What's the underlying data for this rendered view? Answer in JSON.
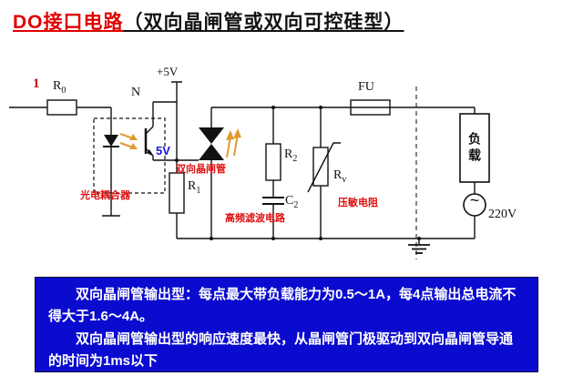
{
  "title": {
    "highlight": "DO接口电路",
    "rest": "（双向晶闸管或双向可控硅型）"
  },
  "colors": {
    "title_red": "#e00000",
    "annotation_red": "#e01010",
    "label_blue": "#1515dd",
    "info_box_bg": "#0b0bd0",
    "arrow_orange": "#e09a30"
  },
  "circuit": {
    "marker_1": "1",
    "r0": {
      "base": "R",
      "sub": "0"
    },
    "n_label": "N",
    "vcc_label": "+5V",
    "v5_label": "5V",
    "optocoupler_label": "光电耦合器",
    "triac_label": "双向晶闸管",
    "r1": {
      "base": "R",
      "sub": "1"
    },
    "r2": {
      "base": "R",
      "sub": "2"
    },
    "c2": {
      "base": "C",
      "sub": "2"
    },
    "filter_label": "高频滤波电路",
    "rv": {
      "base": "R",
      "sub": "v"
    },
    "varistor_label": "压敏电阻",
    "fuse_label": "FU",
    "load_label": "负载",
    "ac_source_label": "~",
    "mains_label": "220V"
  },
  "info_box": {
    "paragraphs": [
      "双向晶闸管输出型：每点最大带负载能力为0.5～1A，每4点输出总电流不得大于1.6～4A。",
      "双向晶闸管输出型的响应速度最快，从晶闸管门极驱动到双向晶闸管导通的时间为1ms以下"
    ]
  }
}
